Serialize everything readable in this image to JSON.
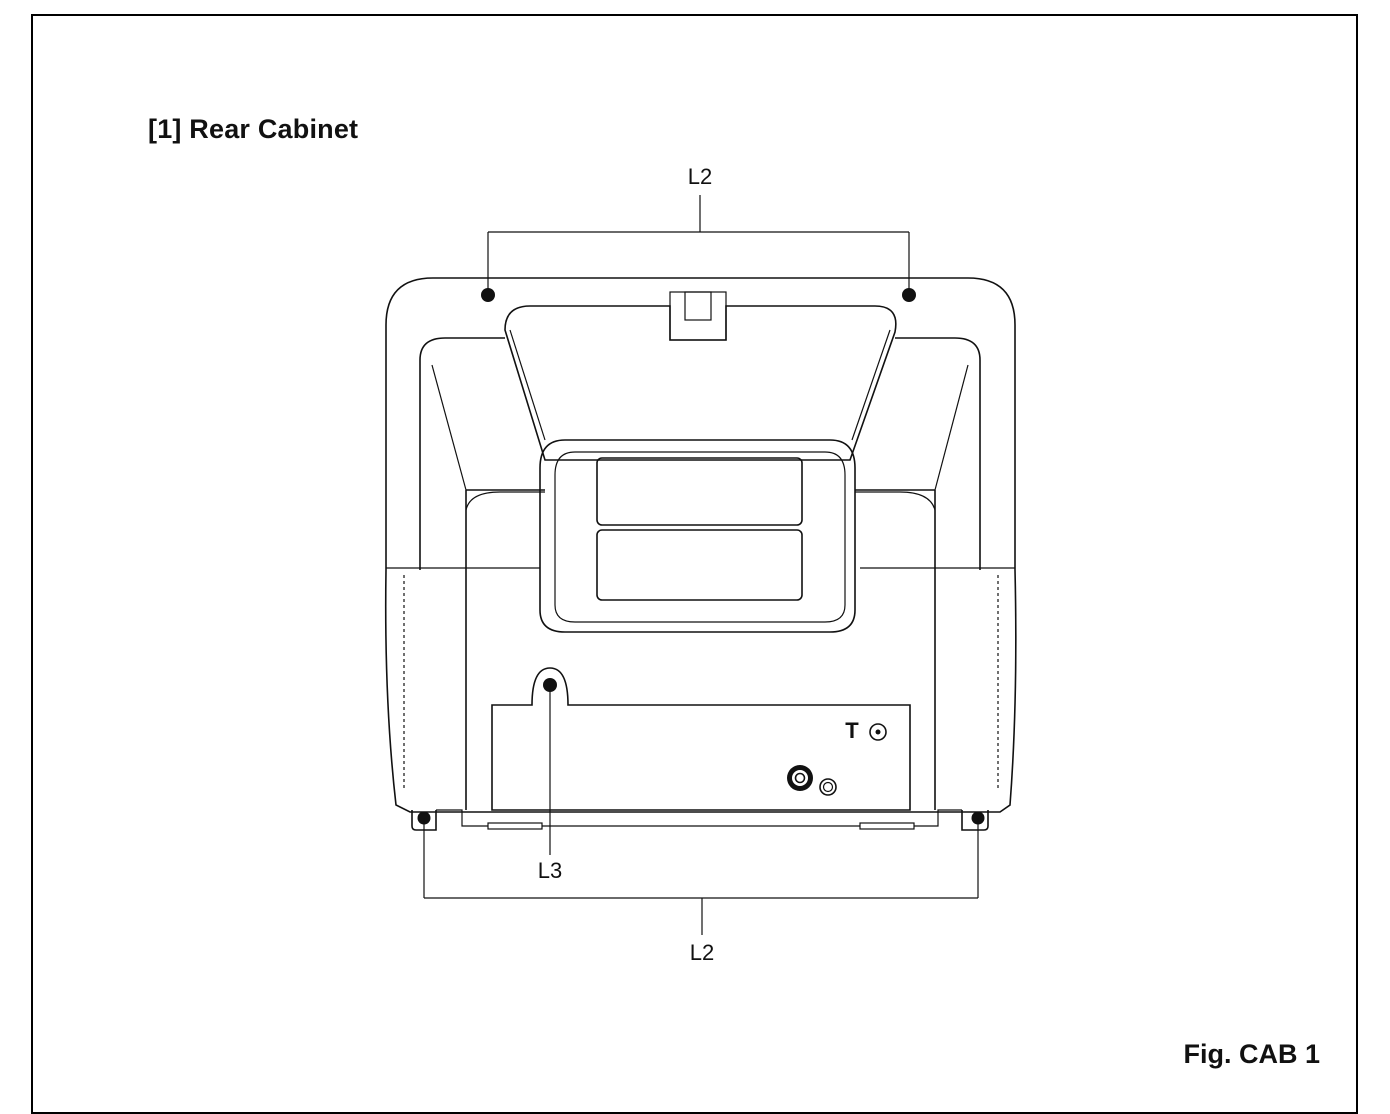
{
  "header": {
    "title": "[1] Rear Cabinet"
  },
  "figure": {
    "caption": "Fig. CAB 1"
  },
  "callouts": {
    "top": "L2",
    "bottom": "L2",
    "center": "L3"
  },
  "jack_marker": "T",
  "colors": {
    "ink": "#111111",
    "background": "#ffffff"
  }
}
